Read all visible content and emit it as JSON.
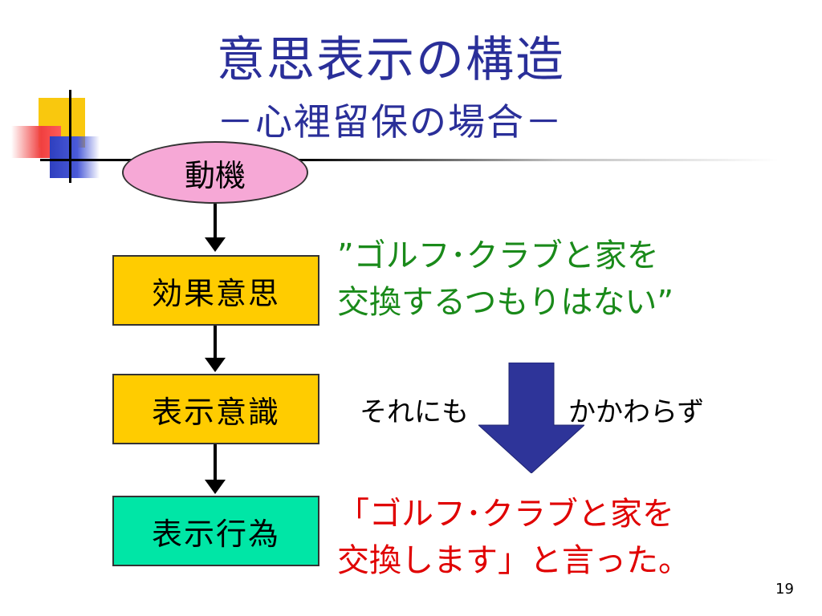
{
  "slide": {
    "title": "意思表示の構造",
    "subtitle": "－心裡留保の場合－",
    "page_number": "19"
  },
  "flow": {
    "motive": "動機",
    "effect_intent": "効果意思",
    "expression_awareness": "表示意識",
    "expression_act": "表示行為"
  },
  "quotes": {
    "inner_thought_line1": "”ゴルフ･クラブと家を",
    "inner_thought_line2": "交換するつもりはない”",
    "nevertheless_left": "それにも",
    "nevertheless_right": "かかわらず",
    "statement_line1": "「ゴルフ･クラブと家を",
    "statement_line2": "交換します」と言った。"
  },
  "colors": {
    "title": "#2a2f99",
    "oval_fill": "#f6a8d6",
    "yellow_box": "#ffcc00",
    "green_box": "#00e6a6",
    "green_text": "#1a8a1a",
    "red_text": "#e00000",
    "big_arrow": "#2e3499"
  },
  "icons": {
    "big_arrow": "down-arrow-icon"
  }
}
